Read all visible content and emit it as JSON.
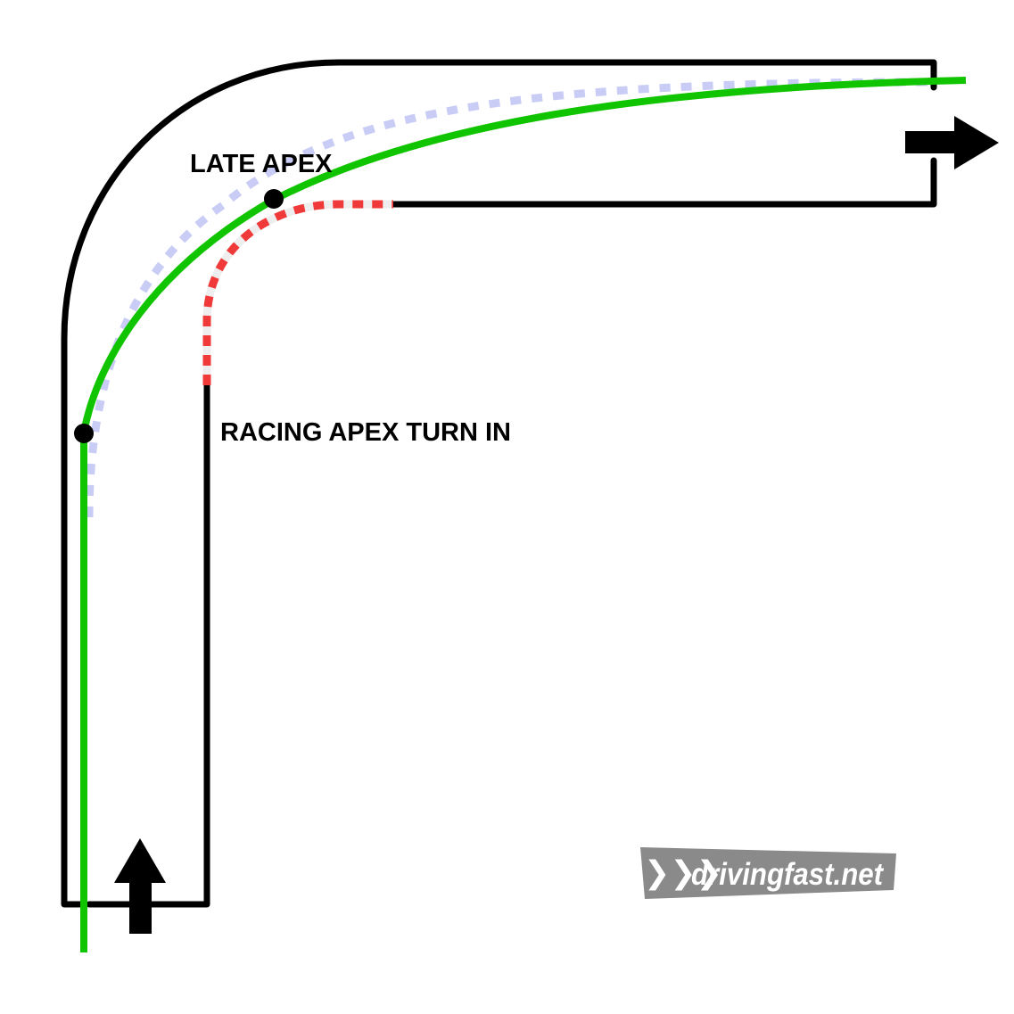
{
  "labels": {
    "late_apex": "LATE APEX",
    "racing_apex_turn_in": "RACING APEX TURN IN"
  },
  "logo": {
    "text": "drivingfast.net",
    "chevrons": "❯❯❯"
  },
  "colors": {
    "track_edge": "#000000",
    "racing_line": "#11c400",
    "alternate_line_dotted": "#c9cdf6",
    "inside_kerb_dotted": "#f03a3a",
    "apex_marker": "#000000",
    "direction_arrow": "#000000",
    "logo_background": "#8a8a8a",
    "logo_text": "#ffffff",
    "background": "#ffffff"
  },
  "icons": {
    "entry_arrow": "arrow-up-icon",
    "exit_arrow": "arrow-right-icon"
  }
}
